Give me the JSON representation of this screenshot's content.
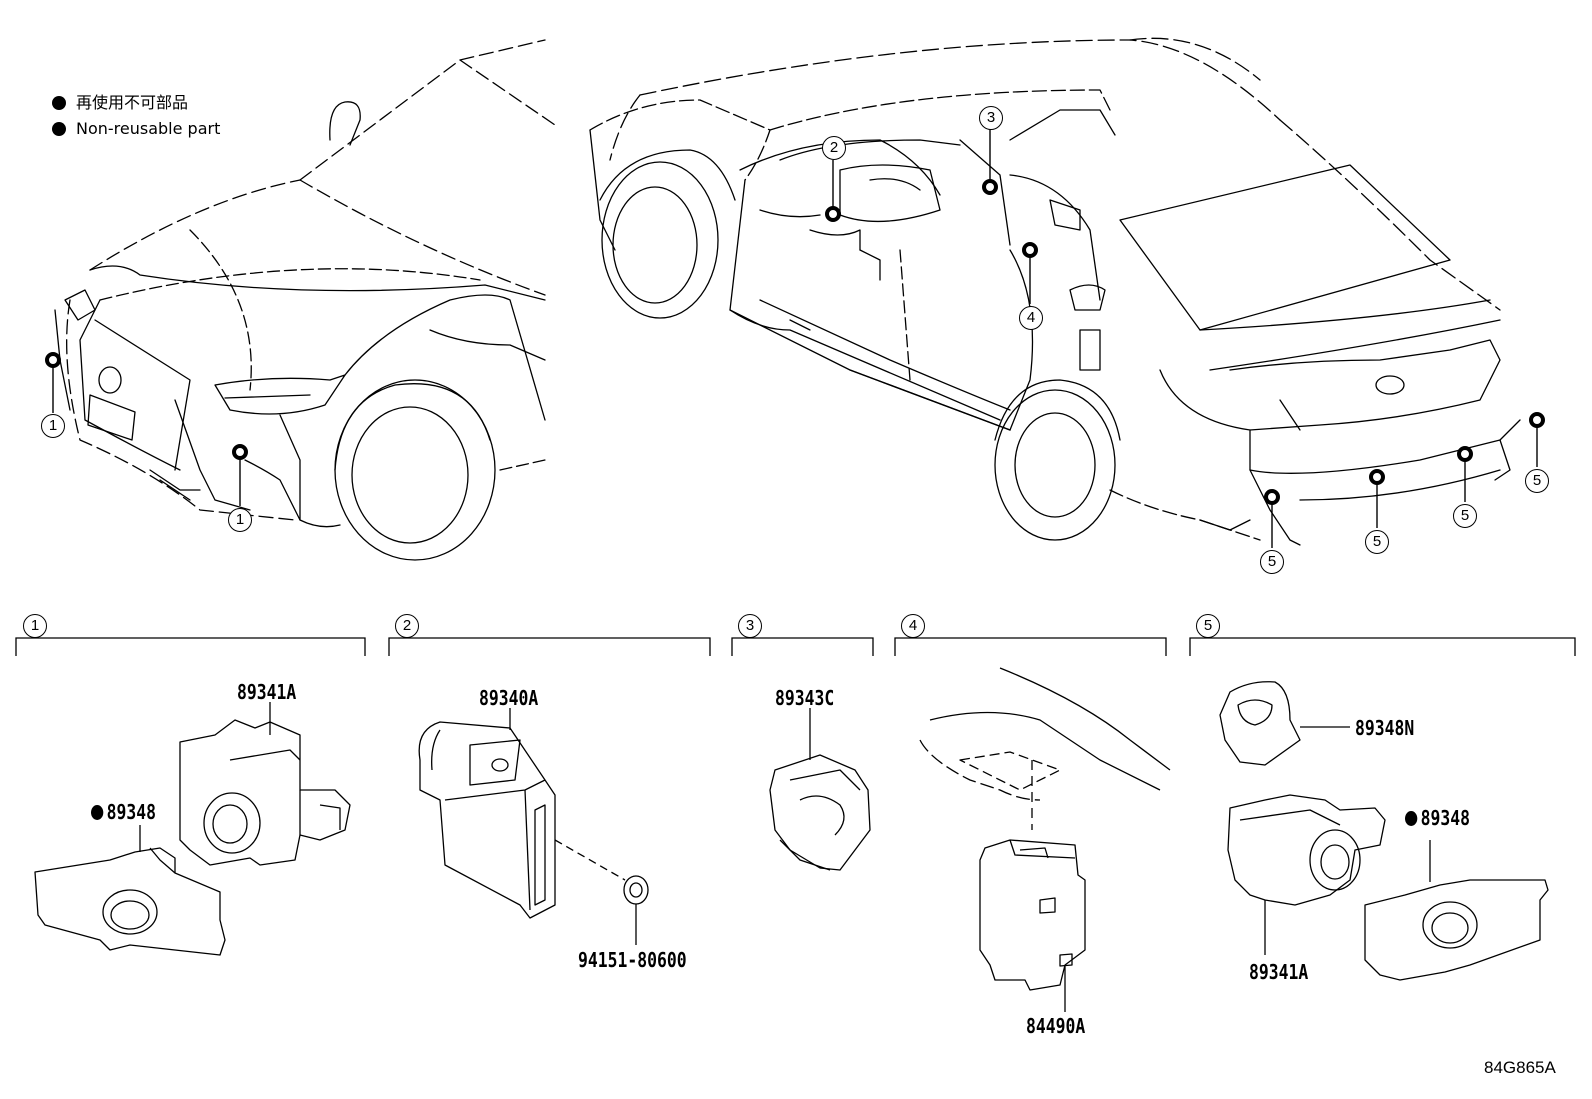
{
  "legend": {
    "label_jp": "再使用不可部品",
    "label_en": "Non-reusable part"
  },
  "callouts": [
    "1",
    "2",
    "3",
    "4",
    "5"
  ],
  "sections": [
    {
      "number": "1",
      "parts": [
        "89341A",
        "89348"
      ]
    },
    {
      "number": "2",
      "parts": [
        "89340A",
        "94151-80600"
      ]
    },
    {
      "number": "3",
      "parts": [
        "89343C"
      ]
    },
    {
      "number": "4",
      "parts": [
        "84490A"
      ]
    },
    {
      "number": "5",
      "parts": [
        "89348N",
        "89348",
        "89341A"
      ]
    }
  ],
  "labels": {
    "s1_sensor": "89341A",
    "s1_bracket": "89348",
    "s2_ecu": "89340A",
    "s2_nut": "94151-80600",
    "s3_part": "89343C",
    "s4_switch": "84490A",
    "s5_cover": "89348N",
    "s5_bracket": "89348",
    "s5_sensor": "89341A"
  },
  "diagram_code": "84G865A",
  "colors": {
    "line": "#000000",
    "background": "#ffffff"
  }
}
